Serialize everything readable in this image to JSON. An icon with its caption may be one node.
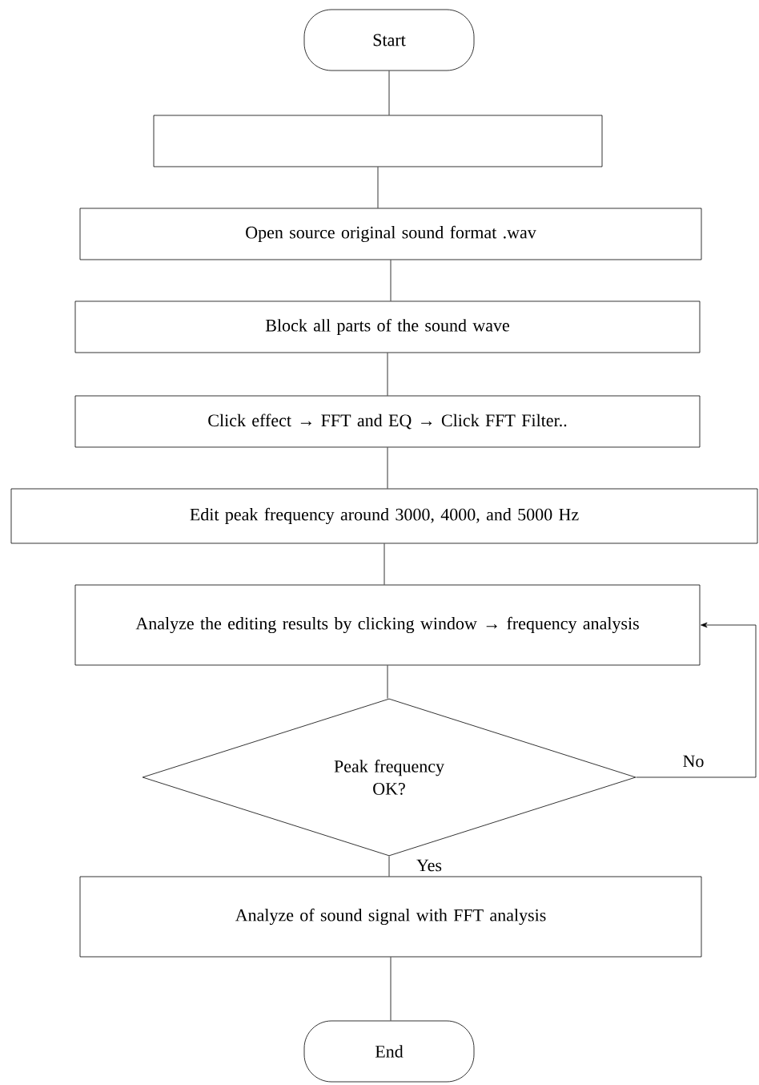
{
  "diagram": {
    "nodes": [
      {
        "text": [
          "Start"
        ]
      },
      {
        "text": [],
        "shape": "box"
      },
      {
        "text": [
          "Open source original sound format .wav"
        ]
      },
      {
        "text": [
          "Block all parts of the sound wave"
        ]
      },
      {
        "text": [
          "Click effect → FFT and EQ → Click FFT Filter.."
        ]
      },
      {
        "text": [
          "Edit peak frequency around 3000, 4000, and 5000 Hz"
        ]
      },
      {
        "text": [
          "Analyze the editing results by clicking window → frequency analysis"
        ]
      },
      {
        "text": [
          "Peak frequency OK?"
        ]
      },
      {
        "text": [
          "Analyze of sound signal with FFT analysis"
        ]
      },
      {
        "text": [
          "End"
        ]
      }
    ],
    "edges": [
      {
        "from": 0,
        "to": 1,
        "arrow": "none"
      },
      {
        "from": 1,
        "to": 2,
        "arrow": "none"
      },
      {
        "from": 2,
        "to": 3,
        "arrow": "none"
      },
      {
        "from": 3,
        "to": 4,
        "arrow": "none"
      },
      {
        "from": 4,
        "to": 5,
        "arrow": "none"
      },
      {
        "from": 5,
        "to": 6,
        "arrow": "none"
      },
      {
        "from": 6,
        "to": 7,
        "arrow": "none"
      },
      {
        "from": 7,
        "to": 6,
        "arrow": "to",
        "label": "No"
      },
      {
        "from": 7,
        "to": 8,
        "arrow": "none",
        "label": "Yes"
      },
      {
        "from": 8,
        "to": 9,
        "arrow": "none"
      }
    ]
  }
}
